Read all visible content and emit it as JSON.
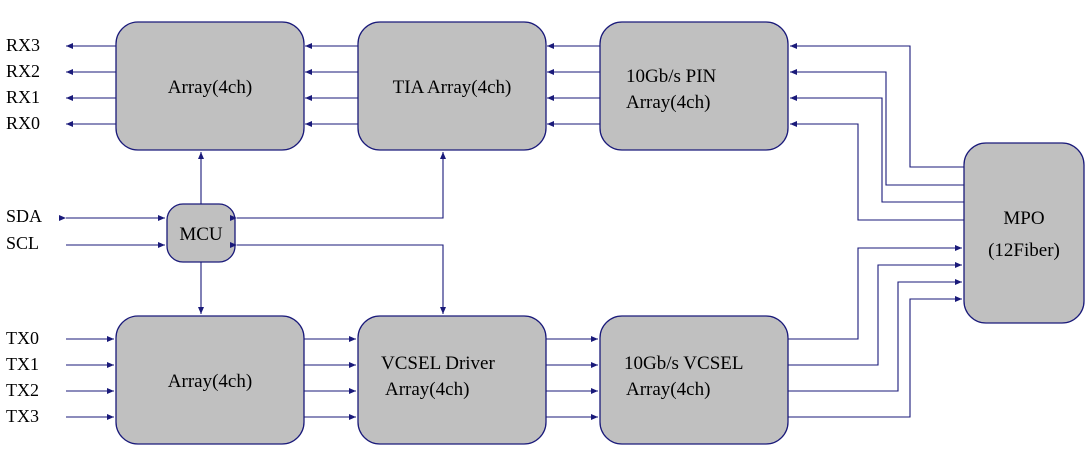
{
  "blocks": {
    "rx_array": {
      "label": "Array(4ch)"
    },
    "tia": {
      "label": "TIA Array(4ch)"
    },
    "pin": {
      "line1": "10Gb/s PIN",
      "line2": "Array(4ch)"
    },
    "mcu": {
      "label": "MCU"
    },
    "tx_array": {
      "label": "Array(4ch)"
    },
    "vcsel_driver": {
      "line1": "VCSEL Driver",
      "line2": "Array(4ch)"
    },
    "vcsel": {
      "line1": "10Gb/s VCSEL",
      "line2": "Array(4ch)"
    },
    "mpo": {
      "line1": "MPO",
      "line2": "(12Fiber)"
    }
  },
  "pins": {
    "rx": [
      "RX3",
      "RX2",
      "RX1",
      "RX0"
    ],
    "mgmt": [
      "SDA",
      "SCL"
    ],
    "tx": [
      "TX0",
      "TX1",
      "TX2",
      "TX3"
    ]
  },
  "colors": {
    "block_fill": "#c0c0c0",
    "line": "#1a1a7a"
  }
}
